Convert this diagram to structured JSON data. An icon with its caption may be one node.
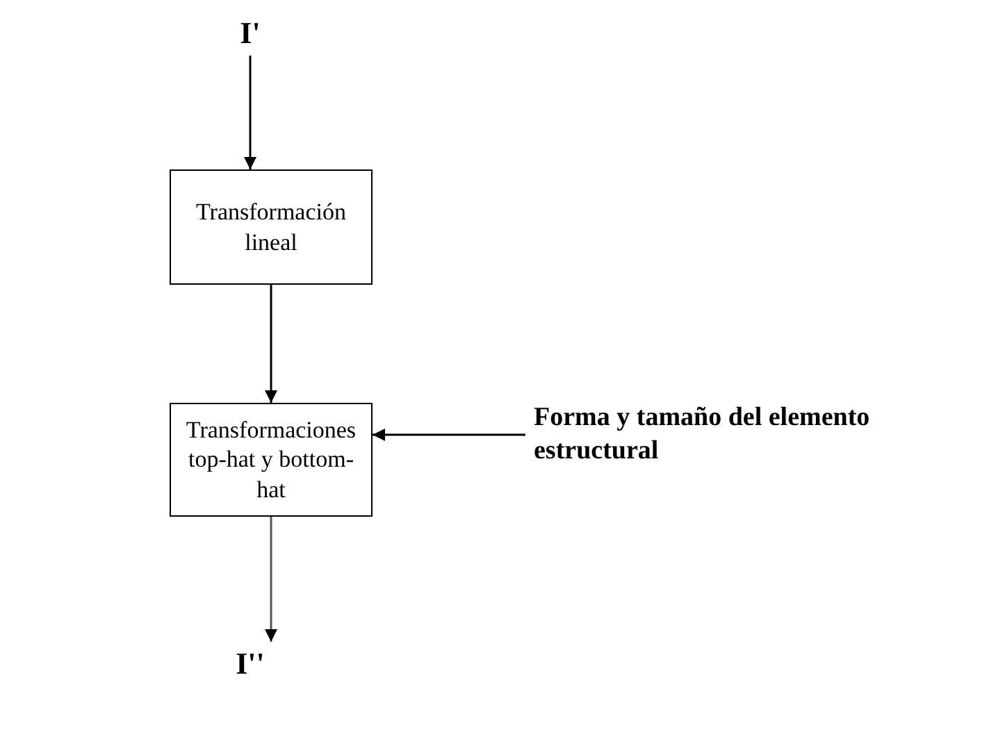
{
  "diagram": {
    "nodes": [
      {
        "text": [
          "I'"
        ]
      },
      {
        "text": [
          "Transformación lineal"
        ]
      },
      {
        "text": [
          "Transformaciones top-hat y bottom-hat"
        ]
      },
      {
        "text": [
          "Forma y tamaño del elemento estructural"
        ]
      },
      {
        "text": [
          "I''"
        ]
      }
    ],
    "edges": [
      {
        "from": 0,
        "to": 1,
        "arrow": "to"
      },
      {
        "from": 1,
        "to": 2,
        "arrow": "to"
      },
      {
        "from": 3,
        "to": 2,
        "arrow": "to"
      },
      {
        "from": 2,
        "to": 4,
        "arrow": "to"
      }
    ]
  }
}
